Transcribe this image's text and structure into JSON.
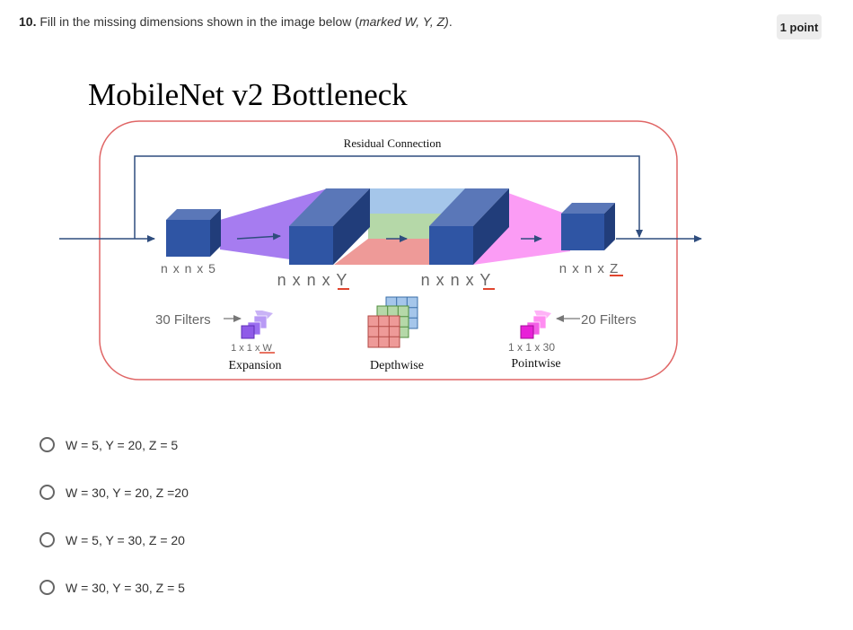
{
  "question": {
    "number": "10.",
    "text_prefix": "Fill in the missing dimensions shown in the image below (",
    "text_marked": "marked W, Y, Z)",
    "text_suffix": ".",
    "points": "1 point"
  },
  "figure": {
    "title": "MobileNet v2 Bottleneck",
    "residual_label": "Residual Connection",
    "dims": {
      "input": "n x n x 5",
      "expand_prefix": "n x n x ",
      "expand_var": "Y",
      "depth_prefix": "n x n x ",
      "depth_var": "Y",
      "output_prefix": "n x n x ",
      "output_var": "Z"
    },
    "filters": {
      "expansion_count": "30 Filters",
      "expansion_shape_prefix": "1 x 1 x ",
      "expansion_shape_var": "W",
      "expansion_label": "Expansion",
      "depthwise_label": "Depthwise",
      "pointwise_count": "20 Filters",
      "pointwise_shape": "1 x 1 x 30",
      "pointwise_label": "Pointwise"
    }
  },
  "options": [
    {
      "label": "W = 5, Y = 20, Z = 5",
      "selected": false
    },
    {
      "label": "W = 30, Y = 20, Z =20",
      "selected": false
    },
    {
      "label": "W = 5, Y = 30, Z = 20",
      "selected": false
    },
    {
      "label": "W = 30, Y = 30, Z = 5",
      "selected": false
    }
  ],
  "colors": {
    "block_front": "#2f55a4",
    "block_top": "#5a77b8",
    "block_side": "#213d7a",
    "expansion_fill": "#a67cf0",
    "pointwise_fill": "#fb9cf5",
    "depth_blue": "#a5c6ea",
    "depth_green": "#b5d8a8",
    "depth_red": "#ee9a98",
    "frame_red": "#e06666",
    "underline_red": "#e0452e"
  }
}
